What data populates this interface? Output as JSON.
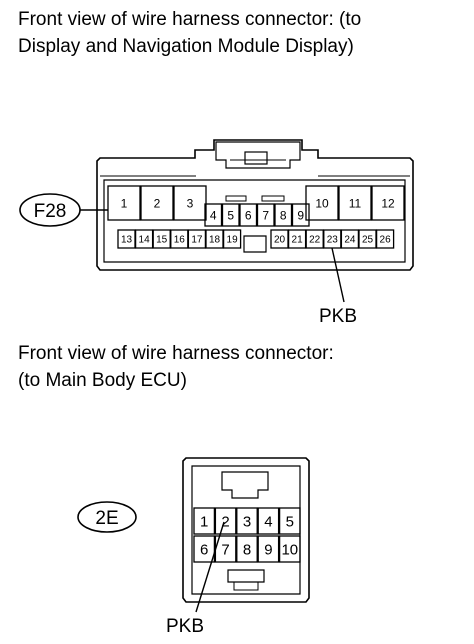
{
  "connector_f28": {
    "caption_line1": "Front view of wire harness connector: (to",
    "caption_line2": "Display and Navigation Module Display)",
    "id_label": "F28",
    "pins_top_left": [
      "1",
      "2",
      "3"
    ],
    "pins_top_middle": [
      "4",
      "5",
      "6",
      "7",
      "8",
      "9"
    ],
    "pins_top_right": [
      "10",
      "11",
      "12"
    ],
    "pins_bottom_left": [
      "13",
      "14",
      "15",
      "16",
      "17",
      "18",
      "19"
    ],
    "pins_bottom_right": [
      "20",
      "21",
      "22",
      "23",
      "24",
      "25",
      "26"
    ],
    "callout_label": "PKB",
    "callout_pin": "23"
  },
  "connector_2e": {
    "caption_line1": "Front view of wire harness connector:",
    "caption_line2": "(to Main Body ECU)",
    "id_label": "2E",
    "pins_row1": [
      "1",
      "2",
      "3",
      "4",
      "5"
    ],
    "pins_row2": [
      "6",
      "7",
      "8",
      "9",
      "10"
    ],
    "callout_label": "PKB",
    "callout_pin": "2"
  }
}
